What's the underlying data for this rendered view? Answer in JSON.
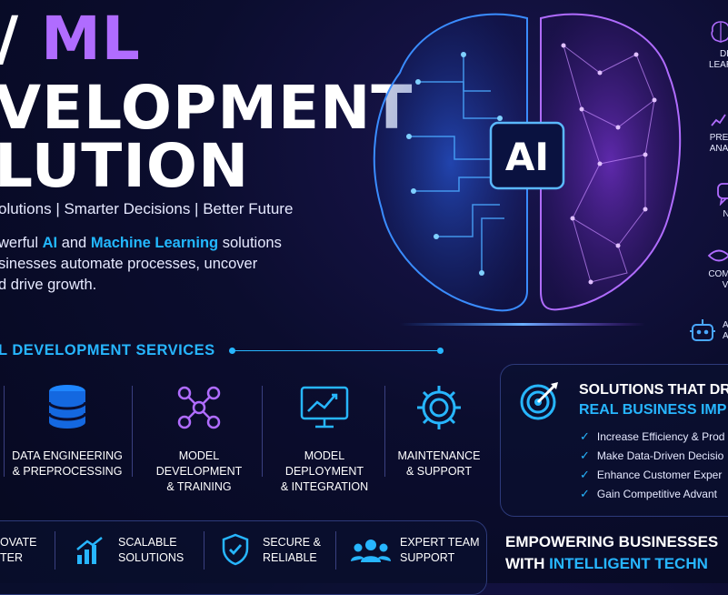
{
  "hero": {
    "title_line1_a": "/",
    "title_line1_b": "ML",
    "title_line2": "VELOPMENT",
    "title_line3": "LUTION",
    "tagline": "olutions | Smarter Decisions | Better Future",
    "desc_line1_a": "werful",
    "desc_line1_hl1": "AI",
    "desc_line1_b": "and",
    "desc_line1_hl2": "Machine Learning",
    "desc_line1_c": "solutions",
    "desc_line2": "sinesses automate processes, uncover",
    "desc_line3": "d drive growth."
  },
  "brain": {
    "chip_label": "AI"
  },
  "services": {
    "heading": "L DEVELOPMENT SERVICES",
    "items": [
      {
        "line1": "DATA ENGINEERING",
        "line2": "& PREPROCESSING",
        "icon": "database-icon"
      },
      {
        "line1": "MODEL DEVELOPMENT",
        "line2": "& TRAINING",
        "icon": "network-icon"
      },
      {
        "line1": "MODEL DEPLOYMENT",
        "line2": "& INTEGRATION",
        "icon": "monitor-chart-icon"
      },
      {
        "line1": "MAINTENANCE",
        "line2": "& SUPPORT",
        "icon": "gear-icon"
      }
    ]
  },
  "impact": {
    "title1": "SOLUTIONS THAT DR",
    "title2": "REAL BUSINESS IMP",
    "items": [
      "Increase Efficiency & Prod",
      "Make Data-Driven Decisio",
      "Enhance Customer Exper",
      "Gain Competitive Advant"
    ]
  },
  "features": [
    {
      "line1": "OVATE",
      "line2": "TER"
    },
    {
      "line1": "SCALABLE",
      "line2": "SOLUTIONS",
      "icon": "growth-chart-icon"
    },
    {
      "line1": "SECURE &",
      "line2": "RELIABLE",
      "icon": "shield-check-icon"
    },
    {
      "line1": "EXPERT TEAM",
      "line2": "SUPPORT",
      "icon": "team-icon"
    }
  ],
  "empower": {
    "line1": "EMPOWERING BUSINESSES",
    "line2_a": "WITH",
    "line2_b": "INTELLIGENT TECHN"
  },
  "right_rail": [
    {
      "line1": "DE",
      "line2": "LEAR",
      "icon": "brain-outline-icon"
    },
    {
      "line1": "PRE",
      "line2": "ANA",
      "icon": "analytics-icon"
    },
    {
      "line1": "N",
      "line2": "",
      "icon": "chat-icon"
    },
    {
      "line1": "COM",
      "line2": "V",
      "icon": "eye-icon"
    },
    {
      "line1": "A",
      "line2": "A",
      "icon": "robot-icon"
    }
  ],
  "colors": {
    "accent_blue": "#27b6ff",
    "accent_purple": "#b06cff",
    "bg": "#0b0d2e"
  }
}
